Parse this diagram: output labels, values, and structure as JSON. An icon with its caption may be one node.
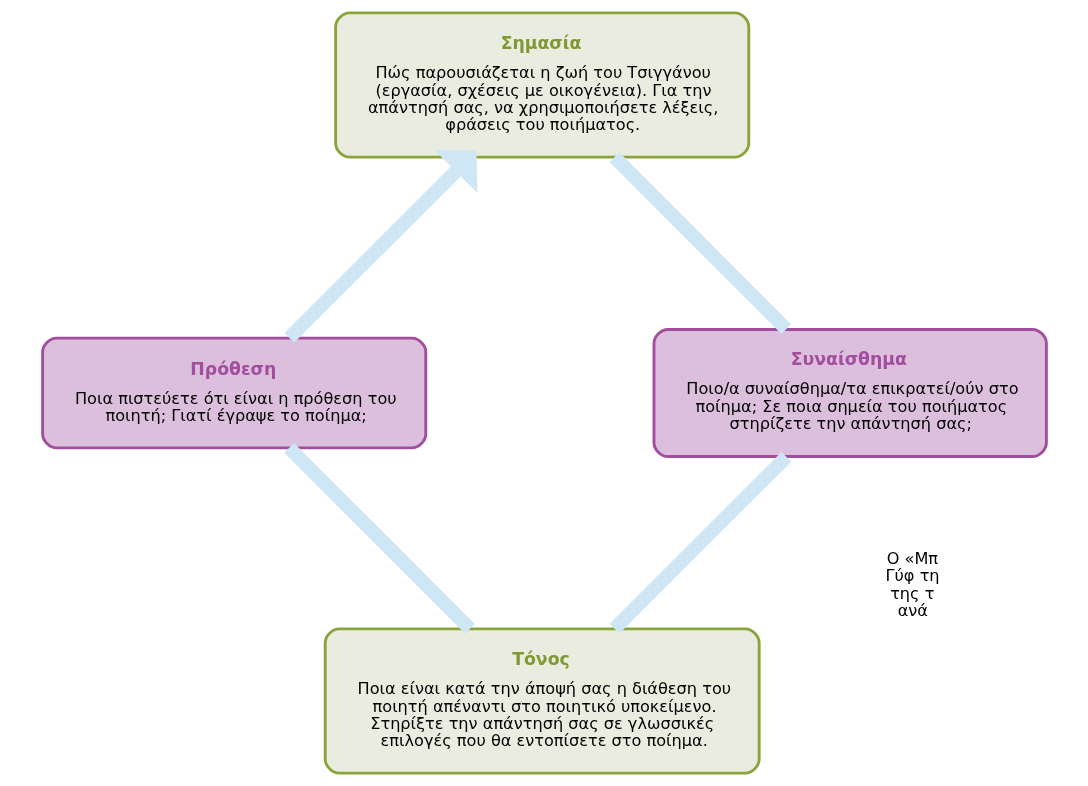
{
  "diagram": {
    "nodes": [
      {
        "text": [
          "Σημασία",
          "Πώς παρουσιάζεται η ζωή του Τσιγγάνου (εργασία, σχέσεις με οικογένεια). Για την απάντησή σας, να χρησιμοποιήσετε λέξεις, φράσεις του ποιήματος."
        ]
      },
      {
        "text": [
          "Συναίσθημα",
          "Ποιο/α συναίσθημα/τα επικρατεί/ούν στο ποίημα; Σε ποια σημεία του ποιήματος στηρίζετε την απάντησή σας;"
        ]
      },
      {
        "text": [
          "Τόνος",
          "Ποια είναι κατά την άποψή σας η διάθεση του ποιητή απέναντι στο ποιητικό υποκείμενο. Στηρίξτε την απάντησή σας σε γλωσσικές επιλογές που θα εντοπίσετε στο ποίημα."
        ]
      },
      {
        "text": [
          "Πρόθεση",
          "Ποια πιστεύετε ότι είναι η πρόθεση του ποιητή; Γιατί έγραψε το ποίημα;"
        ]
      }
    ],
    "edges": [
      {
        "from": 3,
        "to": 0,
        "arrow": "to"
      },
      {
        "from": 0,
        "to": 1,
        "arrow": "none"
      },
      {
        "from": 1,
        "to": 2,
        "arrow": "none"
      },
      {
        "from": 2,
        "to": 3,
        "arrow": "none"
      }
    ],
    "labels": [
      "Ο «Μπ Γύφ τη της τ ανά"
    ]
  }
}
